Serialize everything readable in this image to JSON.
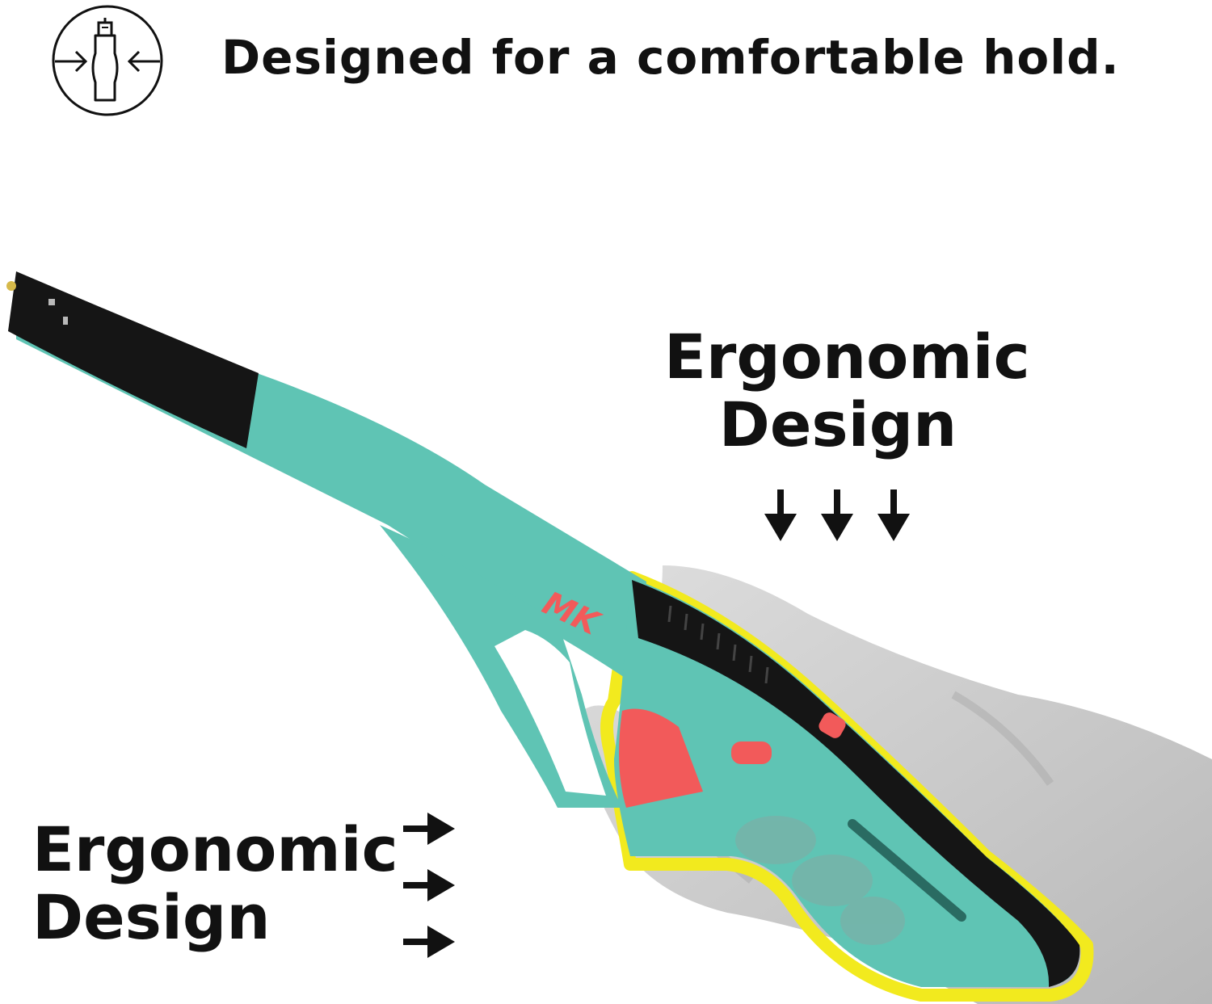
{
  "header": {
    "icon": "lighter-squeeze-icon",
    "tagline": "Designed for a comfortable hold."
  },
  "callouts": {
    "top": {
      "line1": "Ergonomic",
      "line2": "Design",
      "arrow_direction": "down",
      "arrow_count": 3
    },
    "bottom": {
      "line1": "Ergonomic",
      "line2": "Design",
      "arrow_direction": "right",
      "arrow_count": 3
    }
  },
  "product": {
    "logo_text": "MK",
    "colors": {
      "body": "#5fc4b4",
      "accent": "#f25a5a",
      "black": "#151515",
      "highlight": "#f2ea1e",
      "hand": "#cfcfcf"
    }
  }
}
